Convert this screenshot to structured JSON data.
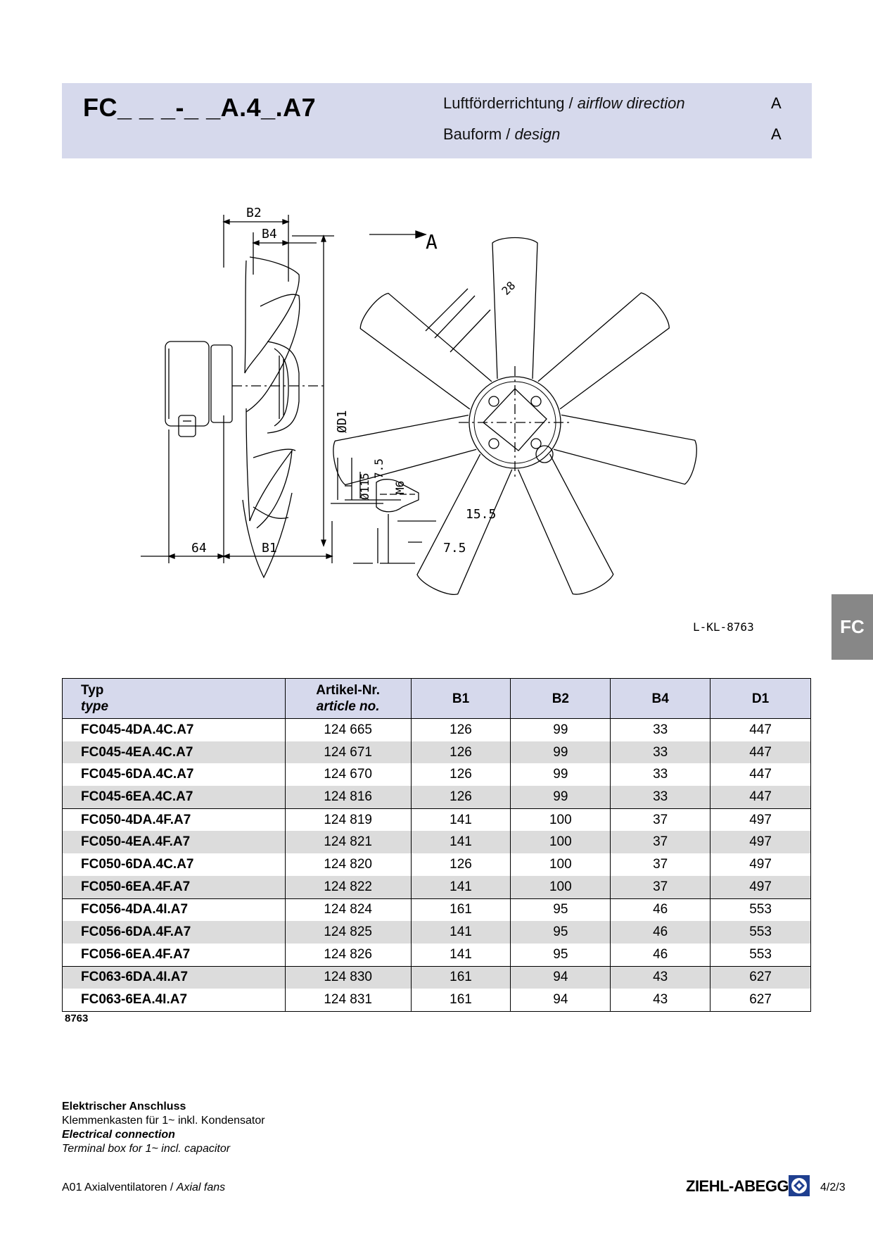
{
  "header": {
    "model_code": "FC_ _ _-_ _A.4_.A7",
    "airflow_de": "Luftförderrichtung / ",
    "airflow_en": "airflow direction",
    "airflow_value": "A",
    "design_de": "Bauform  / ",
    "design_en": "design",
    "design_value": "A"
  },
  "drawing": {
    "labels": {
      "b2": "B2",
      "b4": "B4",
      "b1": "B1",
      "d1": "ØD1",
      "dim_64": "64",
      "arrow_a": "A",
      "dim_28": "28",
      "dim_115": "Ø115",
      "dim_7_5_top": "7.5",
      "m6": "M6",
      "dim_15_5": "15.5",
      "dim_7_5_bottom": "7.5",
      "ref": "L-KL-8763"
    }
  },
  "side_tab": "FC",
  "table": {
    "headers": {
      "type_de": "Typ",
      "type_en": "type",
      "article_de": "Artikel-Nr.",
      "article_en": "article no.",
      "b1": "B1",
      "b2": "B2",
      "b4": "B4",
      "d1": "D1"
    },
    "rows": [
      {
        "type": "FC045-4DA.4C.A7",
        "article": "124 665",
        "b1": "126",
        "b2": "99",
        "b4": "33",
        "d1": "447"
      },
      {
        "type": "FC045-4EA.4C.A7",
        "article": "124 671",
        "b1": "126",
        "b2": "99",
        "b4": "33",
        "d1": "447"
      },
      {
        "type": "FC045-6DA.4C.A7",
        "article": "124 670",
        "b1": "126",
        "b2": "99",
        "b4": "33",
        "d1": "447"
      },
      {
        "type": "FC045-6EA.4C.A7",
        "article": "124 816",
        "b1": "126",
        "b2": "99",
        "b4": "33",
        "d1": "447"
      },
      {
        "type": "FC050-4DA.4F.A7",
        "article": "124 819",
        "b1": "141",
        "b2": "100",
        "b4": "37",
        "d1": "497"
      },
      {
        "type": "FC050-4EA.4F.A7",
        "article": "124 821",
        "b1": "141",
        "b2": "100",
        "b4": "37",
        "d1": "497"
      },
      {
        "type": "FC050-6DA.4C.A7",
        "article": "124 820",
        "b1": "126",
        "b2": "100",
        "b4": "37",
        "d1": "497"
      },
      {
        "type": "FC050-6EA.4F.A7",
        "article": "124 822",
        "b1": "141",
        "b2": "100",
        "b4": "37",
        "d1": "497"
      },
      {
        "type": "FC056-4DA.4I.A7",
        "article": "124 824",
        "b1": "161",
        "b2": "95",
        "b4": "46",
        "d1": "553"
      },
      {
        "type": "FC056-6DA.4F.A7",
        "article": "124 825",
        "b1": "141",
        "b2": "95",
        "b4": "46",
        "d1": "553"
      },
      {
        "type": "FC056-6EA.4F.A7",
        "article": "124 826",
        "b1": "141",
        "b2": "95",
        "b4": "46",
        "d1": "553"
      },
      {
        "type": "FC063-6DA.4I.A7",
        "article": "124 830",
        "b1": "161",
        "b2": "94",
        "b4": "43",
        "d1": "627"
      },
      {
        "type": "FC063-6EA.4I.A7",
        "article": "124 831",
        "b1": "161",
        "b2": "94",
        "b4": "43",
        "d1": "627"
      }
    ],
    "note": "8763"
  },
  "electrical": {
    "title_de": "Elektrischer Anschluss",
    "text_de": "Klemmenkasten für 1~ inkl. Kondensator",
    "title_en": "Electrical connection",
    "text_en": "Terminal box for 1~ incl. capacitor"
  },
  "footer": {
    "category_de": "A01 Axialventilatoren / ",
    "category_en": "Axial fans",
    "brand": "ZIEHL-ABEGG",
    "page": "4/2/3"
  }
}
